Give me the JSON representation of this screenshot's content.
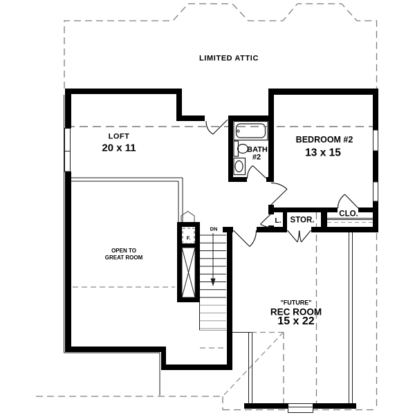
{
  "plan": {
    "attic_label": "LIMITED ATTIC",
    "rooms": {
      "loft": {
        "name": "LOFT",
        "dim": "20 x 11"
      },
      "bedroom2": {
        "name": "BEDROOM #2",
        "dim": "13 x 15"
      },
      "bath2": {
        "line1": "BATH",
        "line2": "#2"
      },
      "open_area": {
        "line1": "OPEN TO",
        "line2": "GREAT ROOM"
      },
      "rec_room": {
        "qualifier": "\"FUTURE\"",
        "name": "REC ROOM",
        "dim": "15 x 22"
      },
      "laundry": {
        "abbr": "L."
      },
      "storage": {
        "abbr": "STOR."
      },
      "closet": {
        "abbr": "CLO."
      },
      "fireplace": {
        "abbr": "F."
      }
    },
    "annotations": {
      "stairs_down": "DN"
    },
    "colors": {
      "wall": "#000000",
      "thin_line": "#1c1c1c",
      "dashed_line": "#7d7d7d",
      "background": "#ffffff"
    }
  }
}
